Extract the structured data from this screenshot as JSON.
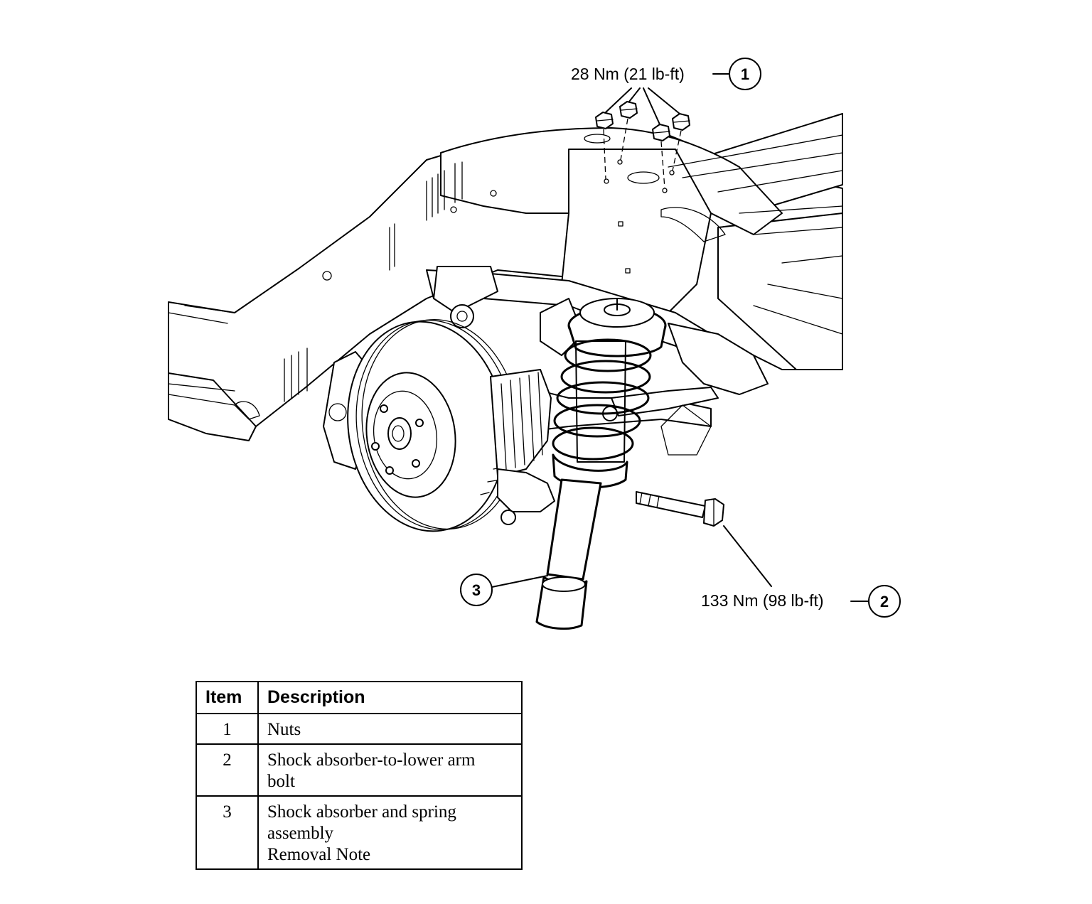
{
  "callouts": [
    {
      "number": "1",
      "torque": "28 Nm (21 lb-ft)"
    },
    {
      "number": "2",
      "torque": "133 Nm (98 lb-ft)"
    },
    {
      "number": "3",
      "torque": ""
    }
  ],
  "legend": {
    "headers": {
      "item": "Item",
      "description": "Description"
    },
    "rows": [
      {
        "item": "1",
        "lines": [
          "Nuts"
        ]
      },
      {
        "item": "2",
        "lines": [
          "Shock absorber-to-lower arm",
          "bolt"
        ]
      },
      {
        "item": "3",
        "lines": [
          "Shock absorber and spring",
          "assembly",
          "Removal Note"
        ]
      }
    ]
  }
}
